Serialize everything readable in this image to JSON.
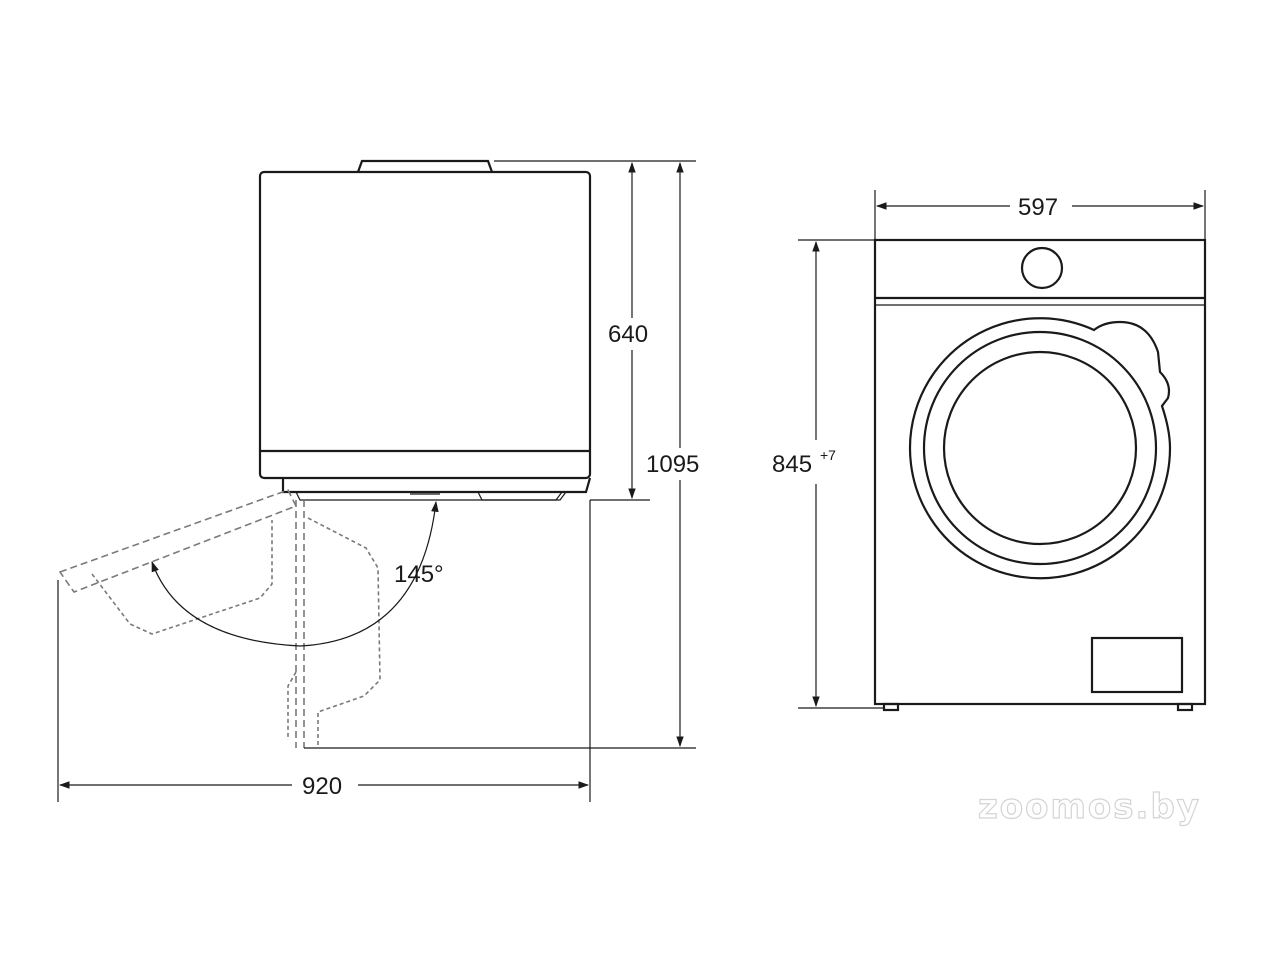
{
  "dimensions": {
    "top_view_depth": "640",
    "total_depth_open_door": "1095",
    "width_open_door": "920",
    "door_angle": "145°",
    "front_width": "597",
    "front_height": "845",
    "front_height_tolerance": "+7"
  },
  "watermark": "zoomos.by"
}
